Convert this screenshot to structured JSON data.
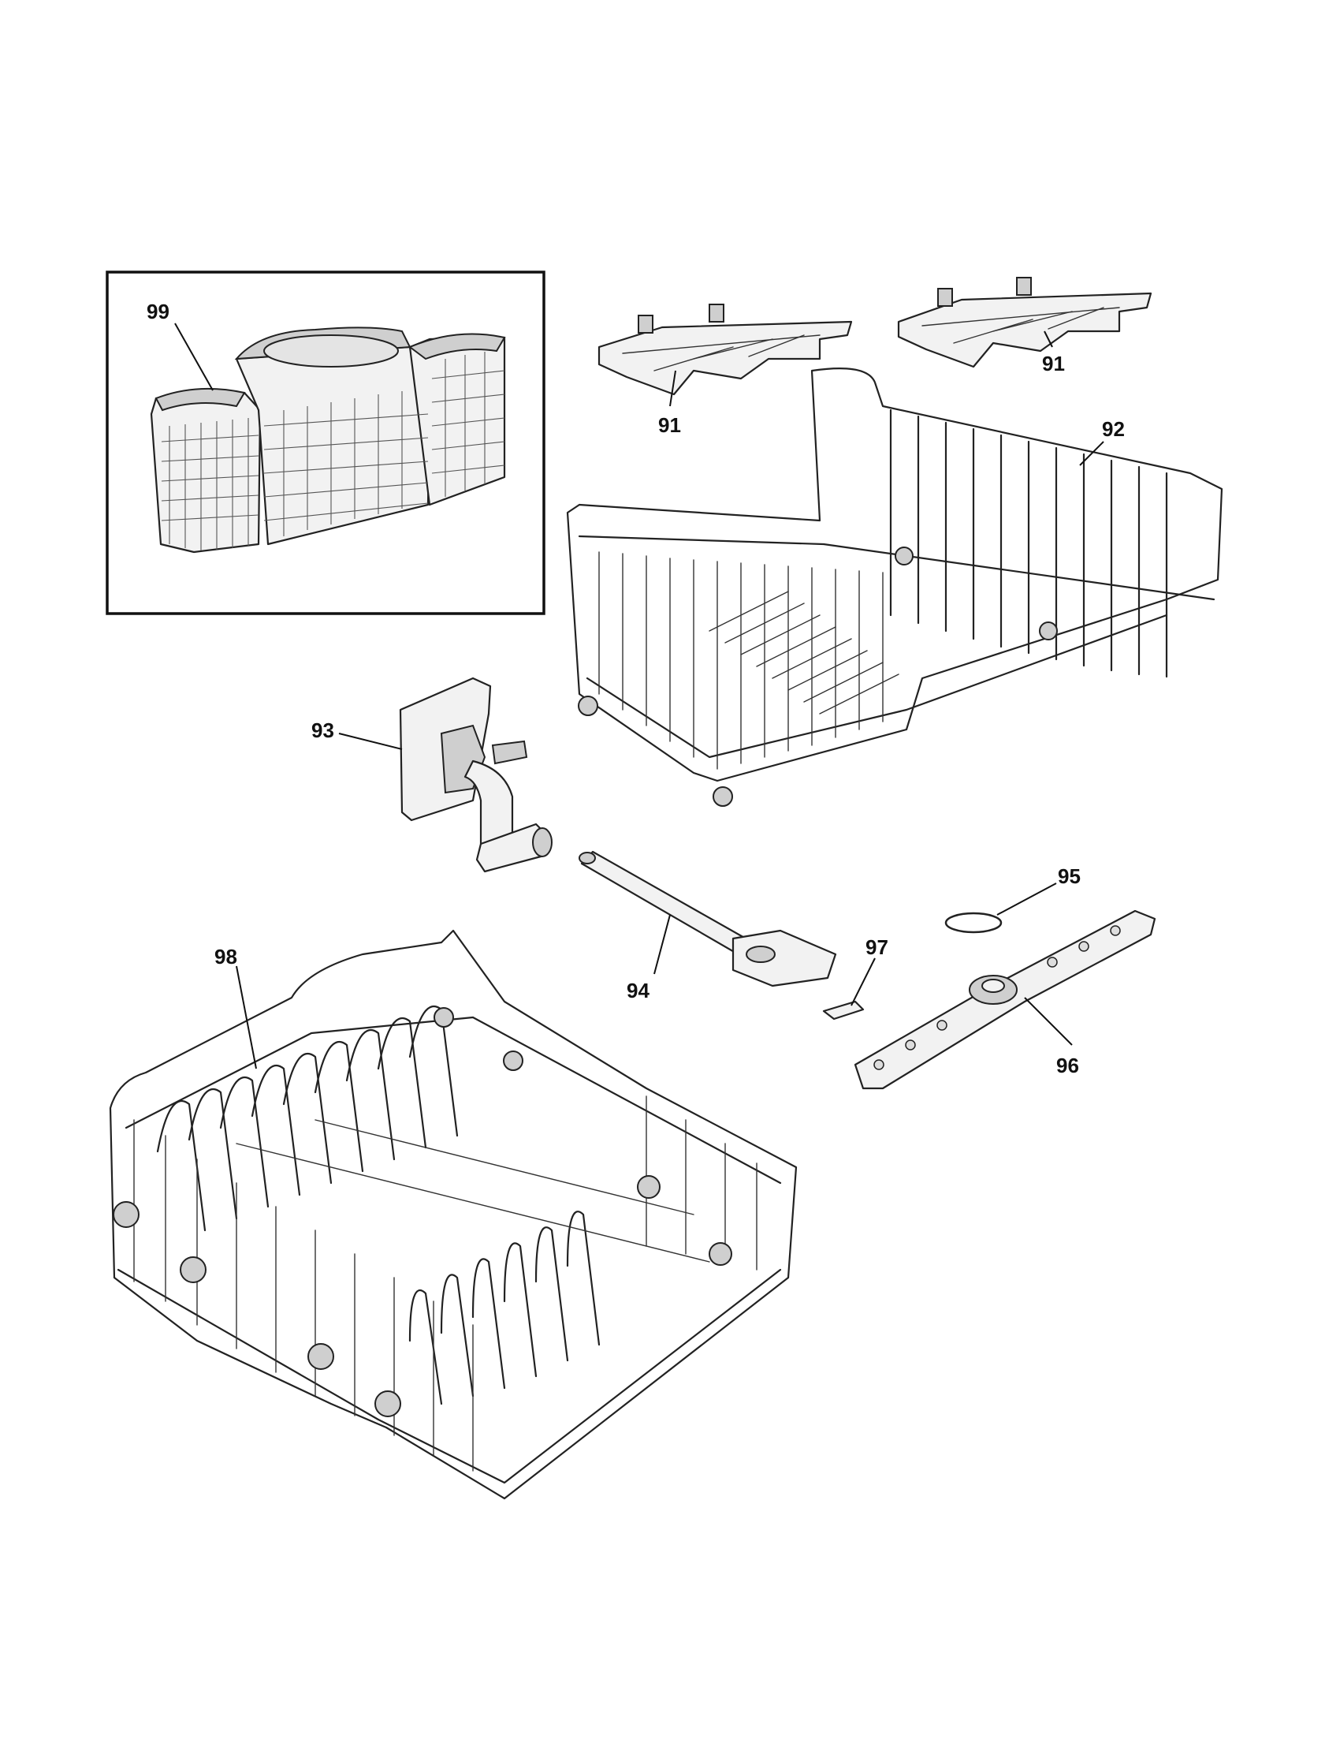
{
  "callouts": {
    "c99": "99",
    "c91a": "91",
    "c91b": "91",
    "c92": "92",
    "c93": "93",
    "c94": "94",
    "c95": "95",
    "c96": "96",
    "c97": "97",
    "c98": "98"
  }
}
